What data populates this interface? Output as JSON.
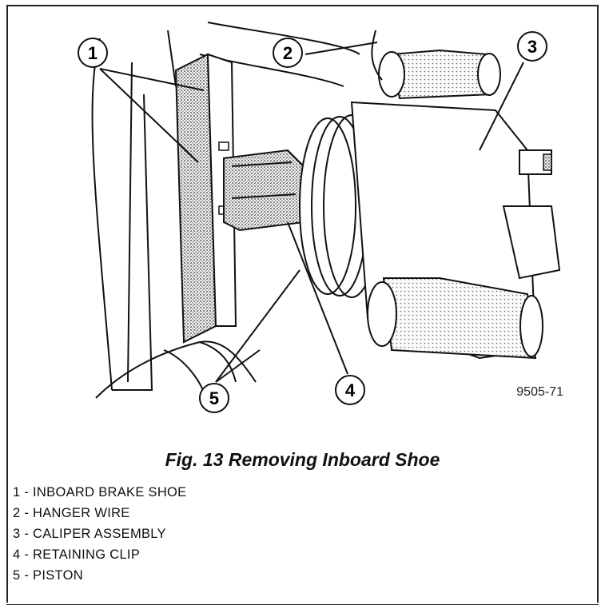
{
  "figure": {
    "id": "9505-71",
    "caption": "Fig. 13 Removing Inboard Shoe",
    "callouts": [
      "1",
      "2",
      "3",
      "4",
      "5"
    ],
    "legend": [
      "1 - INBOARD BRAKE SHOE",
      "2 - HANGER WIRE",
      "3 - CALIPER ASSEMBLY",
      "4 - RETAINING CLIP",
      "5 - PISTON"
    ]
  }
}
